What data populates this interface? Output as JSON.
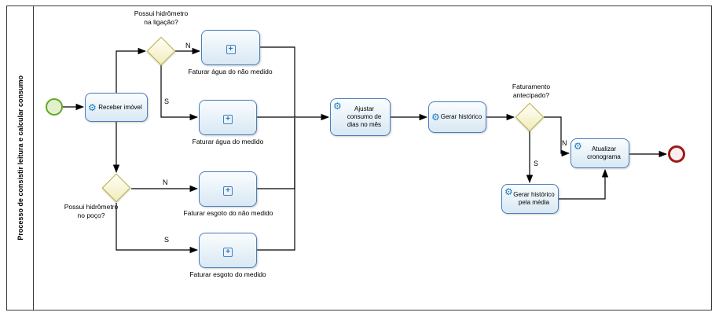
{
  "lane": {
    "title": "Processo de consistir leitura e calcular consumo"
  },
  "icons": {
    "gear": "⚙",
    "subprocess_plus": "+"
  },
  "colors": {
    "task_border": "#4a7dbb",
    "task_fill": "#d8e8f4",
    "gateway_border": "#b5ae3f",
    "gateway_fill": "#f1ecba",
    "start_border": "#61a726",
    "start_fill": "#e4f0cd",
    "end_border": "#9e1a1a",
    "icon_blue": "#1d7bbf",
    "flow_line": "#000000"
  },
  "nodes": {
    "receber_imovel": {
      "label": "Receber imóvel"
    },
    "gw_hidrometro_ligacao": {
      "label": "Possui hidrômetro na ligação?"
    },
    "gw_hidrometro_poco": {
      "label": "Possui hidrômetro no poço?"
    },
    "faturar_agua_nao_medido": {
      "label": "Faturar água do não medido"
    },
    "faturar_agua_medido": {
      "label": "Faturar água do medido"
    },
    "faturar_esgoto_nao_medido": {
      "label": "Faturar esgoto do não medido"
    },
    "faturar_esgoto_medido": {
      "label": "Faturar esgoto do medido"
    },
    "ajustar_consumo": {
      "label": "Ajustar consumo de dias no mês"
    },
    "gerar_historico": {
      "label": "Gerar histórico"
    },
    "gw_faturamento_antecipado": {
      "label": "Faturamento antecipado?"
    },
    "gerar_historico_media": {
      "label": "Gerar histórico pela média"
    },
    "atualizar_cronograma": {
      "label": "Atualizar cronograma"
    }
  },
  "edge_labels": {
    "ligacao_n": "N",
    "ligacao_s": "S",
    "poco_n": "N",
    "poco_s": "S",
    "faturamento_n": "N",
    "faturamento_s": "S"
  }
}
